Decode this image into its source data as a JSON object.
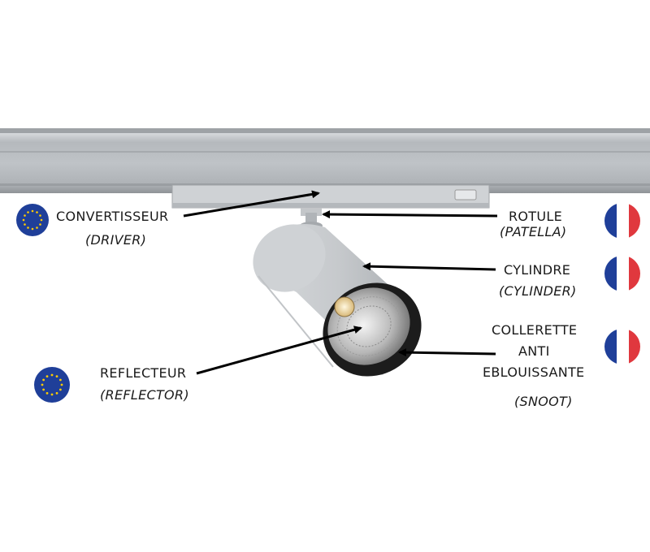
{
  "labels": {
    "driver": {
      "fr": "CONVERTISSEUR",
      "en": "(DRIVER)",
      "origin": "EU"
    },
    "patella": {
      "fr": "ROTULE",
      "en": "(PATELLA)",
      "origin": "FR"
    },
    "cylinder": {
      "fr": "CYLINDRE",
      "en": "(CYLINDER)",
      "origin": "FR"
    },
    "snoot": {
      "fr_line1": "COLLERETTE",
      "fr_line2": "ANTI",
      "fr_line3": "EBLOUISSANTE",
      "en": "(SNOOT)",
      "origin": "FR"
    },
    "reflector": {
      "fr": "REFLECTEUR",
      "en": "(REFLECTOR)",
      "origin": "EU"
    }
  },
  "flags": {
    "eu": {
      "icon": "eu-flag-icon",
      "color_blue": "#1f3f99",
      "color_star": "#ffcc00"
    },
    "fr": {
      "icon": "france-flag-icon",
      "colors": [
        "#1f3f99",
        "#ffffff",
        "#e0383e"
      ]
    }
  },
  "colors": {
    "rail": "#b9bdc1",
    "body": "#c9ccd0",
    "snoot": "#1c1c1c",
    "arrow": "#000000"
  }
}
